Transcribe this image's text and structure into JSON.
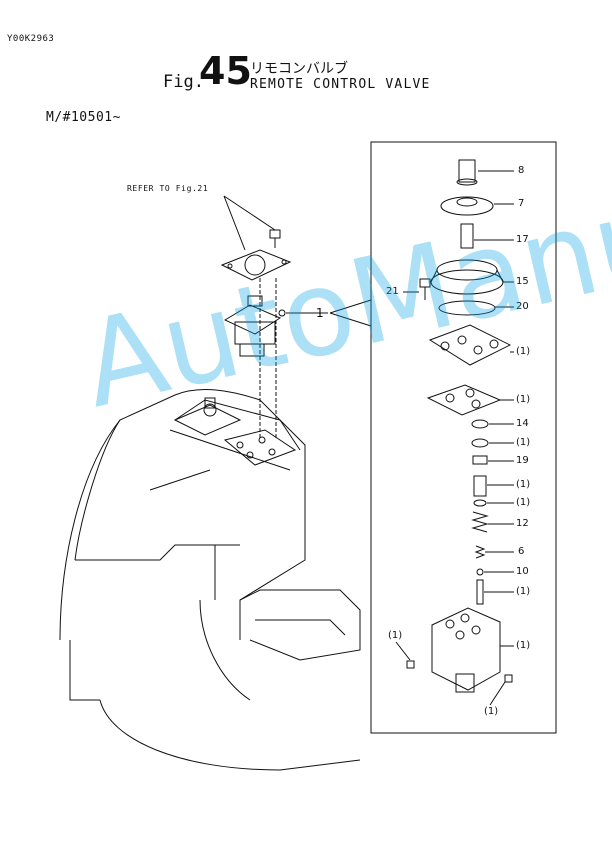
{
  "header": {
    "doc_code": "Y00K2963",
    "fig_prefix": "Fig.",
    "fig_number": "45",
    "title_jp": "リモコンバルブ",
    "title_en": "REMOTE CONTROL VALVE",
    "model_range": "M/#10501~"
  },
  "drawing": {
    "reference_note": "REFER TO Fig.21",
    "assembly_label": "1",
    "part_labels": [
      {
        "id": "p8",
        "text": "8"
      },
      {
        "id": "p7",
        "text": "7"
      },
      {
        "id": "p17",
        "text": "17"
      },
      {
        "id": "p15",
        "text": "15"
      },
      {
        "id": "p21",
        "text": "21"
      },
      {
        "id": "p20",
        "text": "20"
      },
      {
        "id": "p1a",
        "text": "(1)"
      },
      {
        "id": "p1b",
        "text": "(1)"
      },
      {
        "id": "p14",
        "text": "14"
      },
      {
        "id": "p1c",
        "text": "(1)"
      },
      {
        "id": "p19",
        "text": "19"
      },
      {
        "id": "p1d",
        "text": "(1)"
      },
      {
        "id": "p1e",
        "text": "(1)"
      },
      {
        "id": "p12",
        "text": "12"
      },
      {
        "id": "p6",
        "text": "6"
      },
      {
        "id": "p10",
        "text": "10"
      },
      {
        "id": "p1f",
        "text": "(1)"
      },
      {
        "id": "p1g",
        "text": "(1)"
      },
      {
        "id": "p1h",
        "text": "(1)"
      },
      {
        "id": "p1i",
        "text": "(1)"
      }
    ]
  },
  "watermark": "AutoManual",
  "colors": {
    "ink": "#111111",
    "watermark": "#00a0e6"
  }
}
